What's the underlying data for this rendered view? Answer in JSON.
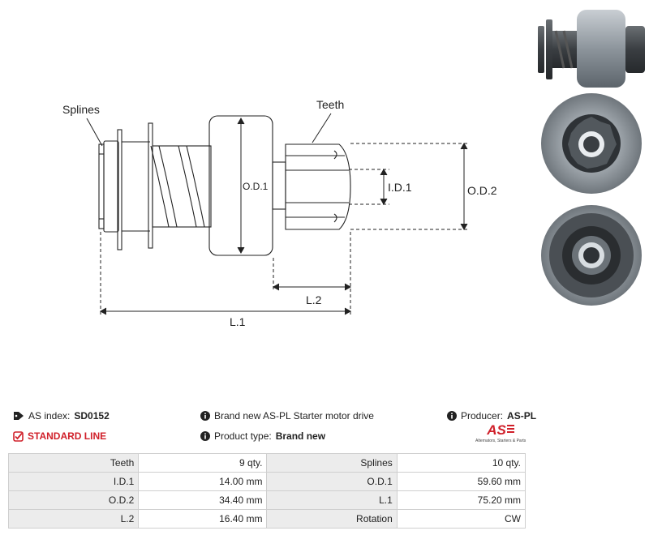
{
  "diagram": {
    "labels": {
      "splines": "Splines",
      "teeth": "Teeth",
      "od1": "O.D.1",
      "id1": "I.D.1",
      "od2": "O.D.2",
      "l2": "L.2",
      "l1": "L.1"
    }
  },
  "photos": [
    "side-view-photo",
    "front-view-photo",
    "back-view-photo"
  ],
  "info": {
    "as_index_label": "AS index:",
    "as_index_value": "SD0152",
    "standard_line": "STANDARD LINE",
    "description": "Brand new AS-PL Starter motor drive",
    "product_type_label": "Product type:",
    "product_type_value": "Brand new",
    "producer_label": "Producer:",
    "producer_value": "AS-PL",
    "logo_text": "AS",
    "logo_tagline": "Alternators, Starters & Parts"
  },
  "specs": [
    [
      "Teeth",
      "9 qty.",
      "Splines",
      "10 qty."
    ],
    [
      "I.D.1",
      "14.00 mm",
      "O.D.1",
      "59.60 mm"
    ],
    [
      "O.D.2",
      "34.40 mm",
      "L.1",
      "75.20 mm"
    ],
    [
      "L.2",
      "16.40 mm",
      "Rotation",
      "CW"
    ]
  ],
  "colors": {
    "accent": "#d0202a",
    "table_key_bg": "#ececec",
    "border": "#cfcfcf"
  }
}
